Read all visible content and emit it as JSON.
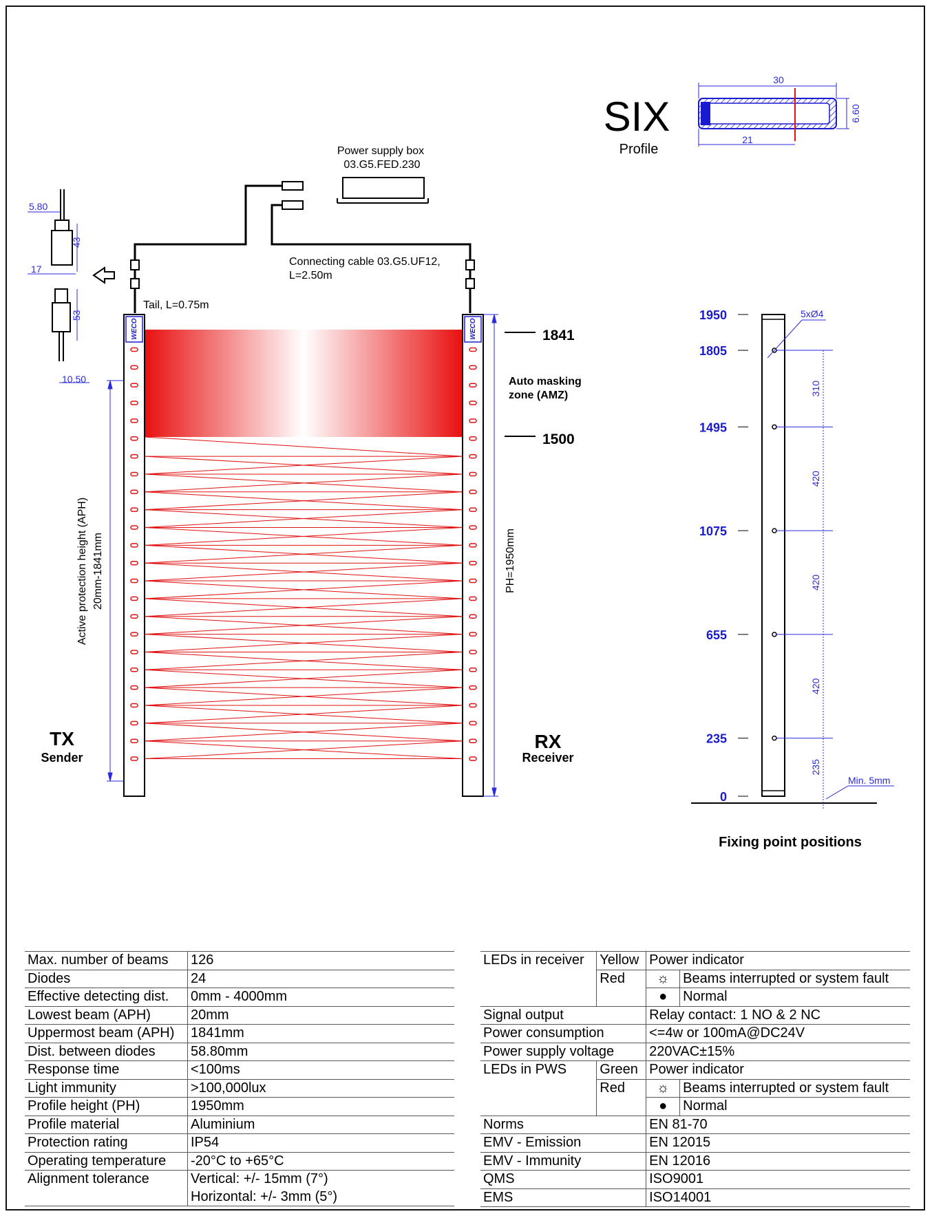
{
  "profile": {
    "name": "SIX",
    "caption": "Profile",
    "dim_width": "30",
    "dim_inner": "21",
    "dim_height": "6.60"
  },
  "power_box": {
    "line1": "Power supply box",
    "line2": "03.G5.FED.230"
  },
  "cable": {
    "line1": "Connecting cable 03.G5.UF12,",
    "line2": "L=2.50m"
  },
  "tail": "Tail, L=0.75m",
  "connector_dims": {
    "d1": "5.80",
    "d2": "43",
    "d3": "17",
    "d4": "53",
    "d5": "10.50"
  },
  "brand": "WECO",
  "levels": {
    "top": "1841",
    "bottom": "1500"
  },
  "amz": {
    "line1": "Auto masking",
    "line2": "zone (AMZ)"
  },
  "aph": {
    "line1": "Active protection height (APH)",
    "line2": "20mm-1841mm"
  },
  "ph": "PH=1950mm",
  "tx": {
    "title": "TX",
    "subtitle": "Sender"
  },
  "rx": {
    "title": "RX",
    "subtitle": "Receiver"
  },
  "fixing": {
    "caption": "Fixing point positions",
    "holes": "5xØ4",
    "min": "Min. 5mm",
    "heights": [
      "1950",
      "1805",
      "1495",
      "1075",
      "655",
      "235",
      "0"
    ],
    "spacings": [
      "310",
      "420",
      "420",
      "420",
      "235"
    ]
  },
  "left_specs": [
    {
      "label": "Max. number of beams",
      "value": "126"
    },
    {
      "label": "Diodes",
      "value": "24"
    },
    {
      "label": "Effective detecting dist.",
      "value": "0mm - 4000mm"
    },
    {
      "label": "Lowest beam (APH)",
      "value": "20mm"
    },
    {
      "label": "Uppermost beam (APH)",
      "value": "1841mm"
    },
    {
      "label": "Dist. between diodes",
      "value": "58.80mm"
    },
    {
      "label": "Response time",
      "value": "<100ms"
    },
    {
      "label": "Light immunity",
      "value": ">100,000lux"
    },
    {
      "label": "Profile height (PH)",
      "value": "1950mm"
    },
    {
      "label": "Profile material",
      "value": "Aluminium"
    },
    {
      "label": "Protection rating",
      "value": "IP54"
    },
    {
      "label": "Operating temperature",
      "value": "-20°C to +65°C"
    },
    {
      "label": "Alignment tolerance",
      "value": "Vertical: +/- 15mm (7°)",
      "value2": "Horizontal: +/- 3mm (5°)"
    }
  ],
  "right_specs": {
    "leds_receiver": "LEDs in receiver",
    "yellow": "Yellow",
    "red": "Red",
    "power_indicator": "Power indicator",
    "beams_fault": "Beams interrupted or system fault",
    "normal": "Normal",
    "sun_symbol": "☼",
    "dot_symbol": "●",
    "signal_output": "Signal output",
    "signal_output_value": "Relay contact: 1 NO & 2 NC",
    "power_consumption": "Power consumption",
    "power_consumption_value": "<=4w or 100mA@DC24V",
    "power_voltage": "Power supply voltage",
    "power_voltage_value": "220VAC±15%",
    "leds_pws": "LEDs in PWS",
    "green": "Green",
    "norms": "Norms",
    "norms_value": "EN 81-70",
    "emv_emission": "EMV - Emission",
    "emv_emission_value": "EN 12015",
    "emv_immunity": "EMV - Immunity",
    "emv_immunity_value": "EN 12016",
    "qms": "QMS",
    "qms_value": "ISO9001",
    "ems": "EMS",
    "ems_value": "ISO14001"
  },
  "colors": {
    "blue": "#1a1ad0",
    "red": "#e01010",
    "dim_blue": "#2a2ae0"
  }
}
